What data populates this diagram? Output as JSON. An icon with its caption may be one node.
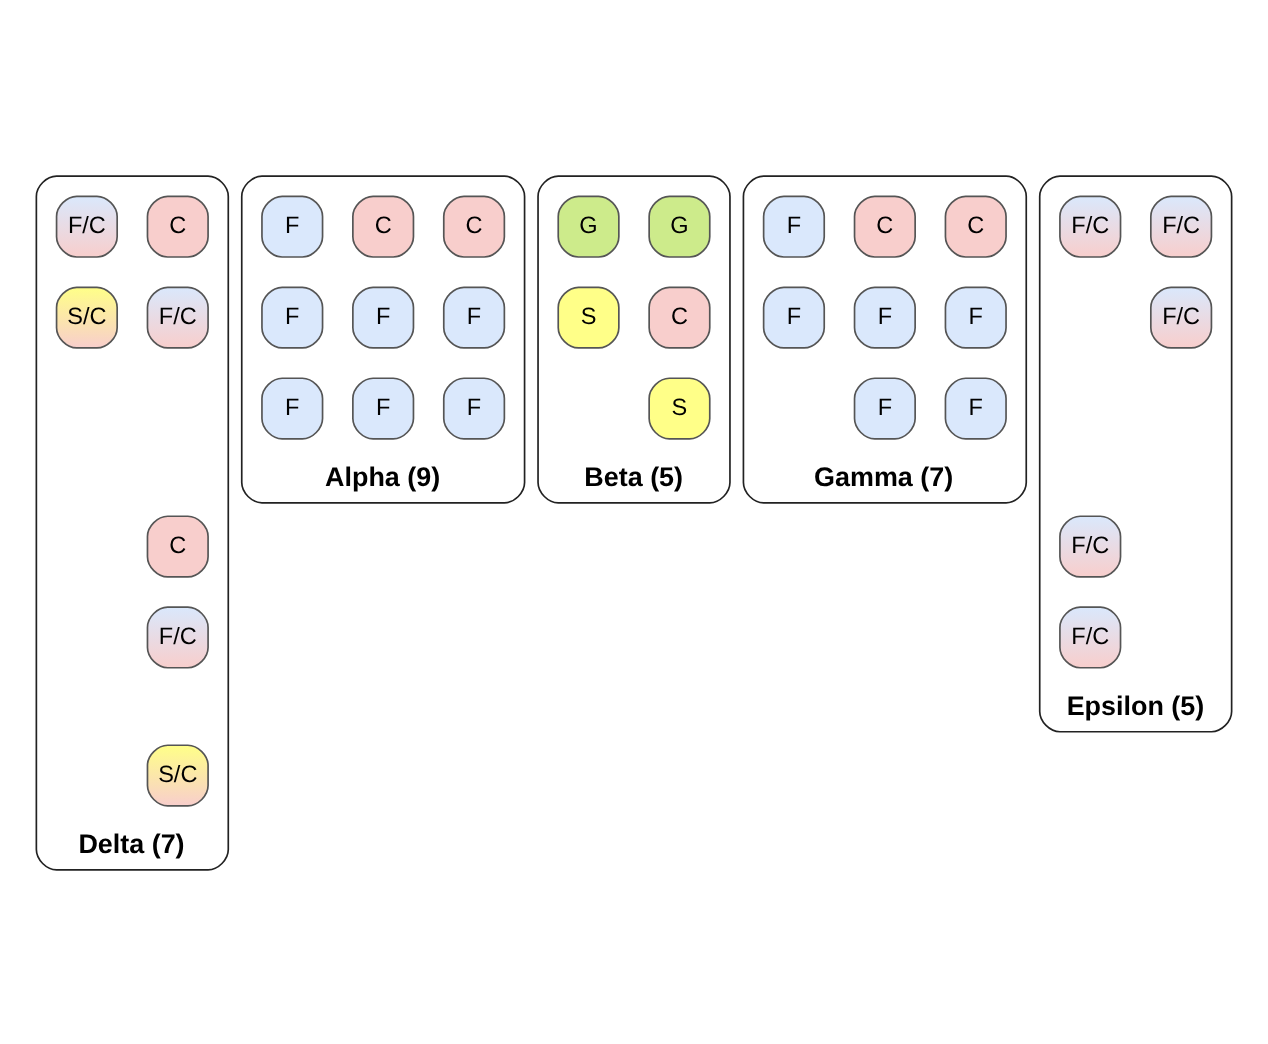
{
  "diagram": {
    "nodes": [
      {
        "text": [
          "Alpha (9)"
        ]
      },
      {
        "text": [
          "C"
        ],
        "in": 0
      },
      {
        "text": [
          "C"
        ],
        "in": 0
      },
      {
        "text": [
          "F"
        ],
        "in": 0
      },
      {
        "text": [
          "F"
        ],
        "in": 0
      },
      {
        "text": [
          "F"
        ],
        "in": 0
      },
      {
        "text": [
          "F"
        ],
        "in": 0
      },
      {
        "text": [
          "F"
        ],
        "in": 0
      },
      {
        "text": [
          "F"
        ],
        "in": 0
      },
      {
        "text": [
          "F"
        ],
        "in": 0
      },
      {
        "text": [
          "Beta (5)"
        ]
      },
      {
        "text": [
          "C"
        ],
        "in": 10
      },
      {
        "text": [
          "G"
        ],
        "in": 10
      },
      {
        "text": [
          "G"
        ],
        "in": 10
      },
      {
        "text": [
          "S"
        ],
        "in": 10
      },
      {
        "text": [
          "S"
        ],
        "in": 10
      },
      {
        "text": [
          "Gamma (7)"
        ]
      },
      {
        "text": [
          "C"
        ],
        "in": 16
      },
      {
        "text": [
          "C"
        ],
        "in": 16
      },
      {
        "text": [
          "F"
        ],
        "in": 16
      },
      {
        "text": [
          "F"
        ],
        "in": 16
      },
      {
        "text": [
          "F"
        ],
        "in": 16
      },
      {
        "text": [
          "F"
        ],
        "in": 16
      },
      {
        "text": [
          "F"
        ],
        "in": 16
      },
      {
        "text": [
          "F"
        ],
        "in": 16
      },
      {
        "text": [
          "Delta (7)"
        ]
      },
      {
        "text": [
          "C"
        ],
        "in": 25
      },
      {
        "text": [
          "C"
        ],
        "in": 25
      },
      {
        "text": [
          "F/C"
        ],
        "in": 25
      },
      {
        "text": [
          "F/C"
        ],
        "in": 25
      },
      {
        "text": [
          "F/C"
        ],
        "in": 25
      },
      {
        "text": [
          "S/C"
        ],
        "in": 25
      },
      {
        "text": [
          "S/C"
        ],
        "in": 25
      },
      {
        "text": [
          "Epsilon (5)"
        ]
      },
      {
        "text": [
          "F/C"
        ],
        "in": 33
      },
      {
        "text": [
          "F/C"
        ],
        "in": 33
      },
      {
        "text": [
          "F/C"
        ],
        "in": 33
      },
      {
        "text": [
          "F/C"
        ],
        "in": 33
      },
      {
        "text": [
          "F/C"
        ],
        "in": 33
      }
    ]
  }
}
